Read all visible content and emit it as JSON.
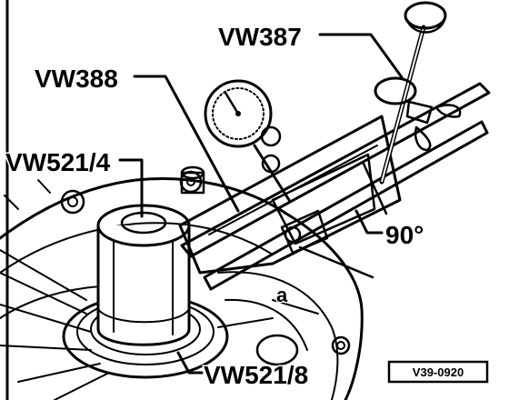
{
  "diagram": {
    "labels": {
      "vw387": "VW387",
      "vw388": "VW388",
      "vw521_4": "VW521/4",
      "vw521_8": "VW521/8",
      "angle": "90°",
      "point_a": "a"
    },
    "reference_code": "V39-0920",
    "colors": {
      "ink": "#000000",
      "paper": "#ffffff"
    }
  }
}
